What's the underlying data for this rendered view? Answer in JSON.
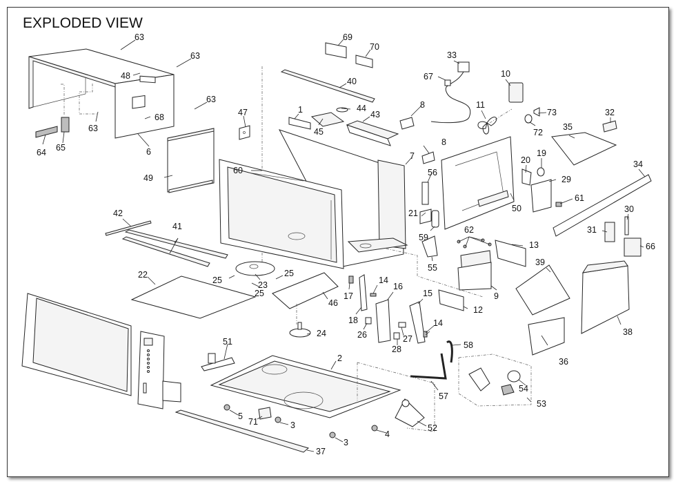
{
  "title": "EXPLODED VIEW",
  "callouts": [
    {
      "id": "63a",
      "label": "63"
    },
    {
      "id": "63b",
      "label": "63"
    },
    {
      "id": "63c",
      "label": "63"
    },
    {
      "id": "63d",
      "label": "63"
    },
    {
      "id": "48",
      "label": "48"
    },
    {
      "id": "68",
      "label": "68"
    },
    {
      "id": "6",
      "label": "6"
    },
    {
      "id": "64",
      "label": "64"
    },
    {
      "id": "65",
      "label": "65"
    },
    {
      "id": "47",
      "label": "47"
    },
    {
      "id": "49",
      "label": "49"
    },
    {
      "id": "69",
      "label": "69"
    },
    {
      "id": "70",
      "label": "70"
    },
    {
      "id": "40",
      "label": "40"
    },
    {
      "id": "1",
      "label": "1"
    },
    {
      "id": "44",
      "label": "44"
    },
    {
      "id": "45",
      "label": "45"
    },
    {
      "id": "43",
      "label": "43"
    },
    {
      "id": "8a",
      "label": "8"
    },
    {
      "id": "8b",
      "label": "8"
    },
    {
      "id": "7",
      "label": "7"
    },
    {
      "id": "33",
      "label": "33"
    },
    {
      "id": "67",
      "label": "67"
    },
    {
      "id": "10",
      "label": "10"
    },
    {
      "id": "11",
      "label": "11"
    },
    {
      "id": "73",
      "label": "73"
    },
    {
      "id": "72",
      "label": "72"
    },
    {
      "id": "32",
      "label": "32"
    },
    {
      "id": "35",
      "label": "35"
    },
    {
      "id": "34",
      "label": "34"
    },
    {
      "id": "20",
      "label": "20"
    },
    {
      "id": "19",
      "label": "19"
    },
    {
      "id": "29",
      "label": "29"
    },
    {
      "id": "61",
      "label": "61"
    },
    {
      "id": "50",
      "label": "50"
    },
    {
      "id": "30",
      "label": "30"
    },
    {
      "id": "31",
      "label": "31"
    },
    {
      "id": "66",
      "label": "66"
    },
    {
      "id": "60",
      "label": "60"
    },
    {
      "id": "56",
      "label": "56"
    },
    {
      "id": "21",
      "label": "21"
    },
    {
      "id": "59",
      "label": "59"
    },
    {
      "id": "55",
      "label": "55"
    },
    {
      "id": "62",
      "label": "62"
    },
    {
      "id": "13",
      "label": "13"
    },
    {
      "id": "9",
      "label": "9"
    },
    {
      "id": "12",
      "label": "12"
    },
    {
      "id": "39",
      "label": "39"
    },
    {
      "id": "38",
      "label": "38"
    },
    {
      "id": "36",
      "label": "36"
    },
    {
      "id": "42",
      "label": "42"
    },
    {
      "id": "41",
      "label": "41"
    },
    {
      "id": "22",
      "label": "22"
    },
    {
      "id": "23",
      "label": "23"
    },
    {
      "id": "25a",
      "label": "25"
    },
    {
      "id": "25b",
      "label": "25"
    },
    {
      "id": "25c",
      "label": "25"
    },
    {
      "id": "46",
      "label": "46"
    },
    {
      "id": "24",
      "label": "24"
    },
    {
      "id": "17",
      "label": "17"
    },
    {
      "id": "14a",
      "label": "14"
    },
    {
      "id": "14b",
      "label": "14"
    },
    {
      "id": "16",
      "label": "16"
    },
    {
      "id": "15",
      "label": "15"
    },
    {
      "id": "18",
      "label": "18"
    },
    {
      "id": "26",
      "label": "26"
    },
    {
      "id": "27",
      "label": "27"
    },
    {
      "id": "28",
      "label": "28"
    },
    {
      "id": "58",
      "label": "58"
    },
    {
      "id": "57",
      "label": "57"
    },
    {
      "id": "54",
      "label": "54"
    },
    {
      "id": "53",
      "label": "53"
    },
    {
      "id": "51",
      "label": "51"
    },
    {
      "id": "2",
      "label": "2"
    },
    {
      "id": "5",
      "label": "5"
    },
    {
      "id": "71",
      "label": "71"
    },
    {
      "id": "3a",
      "label": "3"
    },
    {
      "id": "3b",
      "label": "3"
    },
    {
      "id": "4",
      "label": "4"
    },
    {
      "id": "52",
      "label": "52"
    },
    {
      "id": "37",
      "label": "37"
    }
  ]
}
